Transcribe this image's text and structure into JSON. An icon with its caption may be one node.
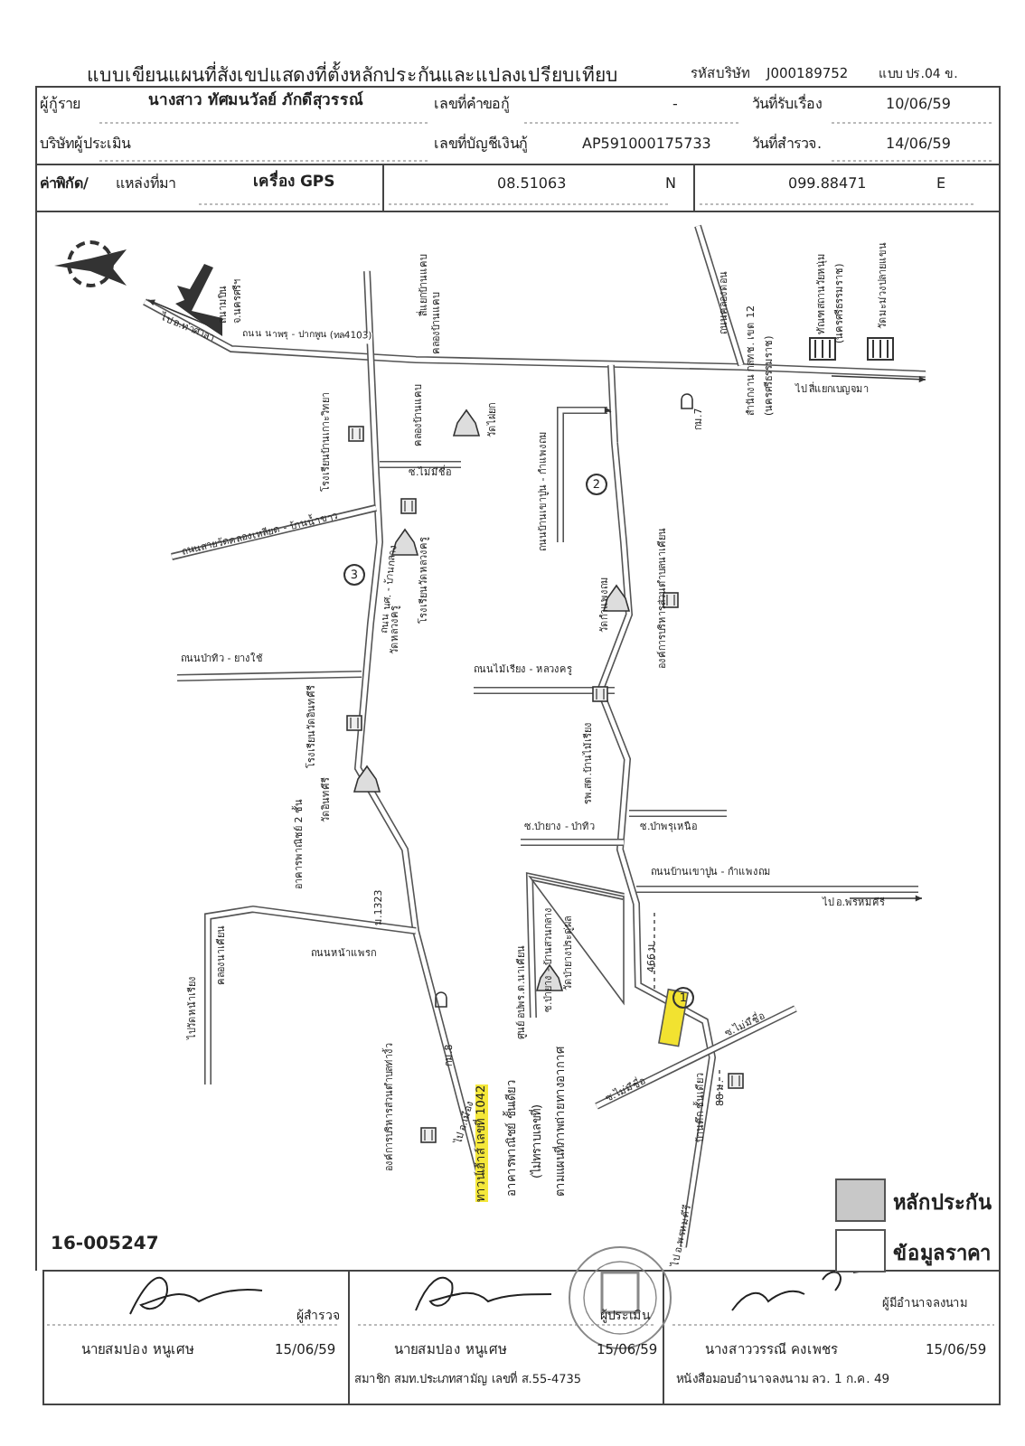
{
  "diagram": {
    "title": "แบบเขียนแผนที่สังเขปแสดงที่ตั้งหลักประกันและแปลงเปรียบเทียบ",
    "labels": [
      "รหัสบริษัท",
      "J000189752",
      "แบบ ปร.04 ข.",
      "ผู้กู้ราย",
      "นางสาว ทัศมนวัลย์ ภักดีสุวรรณ์",
      "เลขที่คำขอกู้",
      "-",
      "วันที่รับเรื่อง",
      "10/06/59",
      "บริษัทผู้ประเมิน",
      "เลขที่บัญชีเงินกู้",
      "AP591000175733",
      "วันที่สำรวจ.",
      "14/06/59",
      "ค่าพิกัด/",
      "แหล่งที่มา",
      "เครื่อง GPS",
      "08.51063",
      "N",
      "099.88471",
      "E",
      "สนามบิน",
      "จ.นครศรีฯ",
      "ไป อ.ท่าศาลา",
      "ถนน นาพรุ - ปากพูน (ทล4103)",
      "สี่แยกบ้านแคบ",
      "คลองบ้านแคบ",
      "คลองบ้านแคบ",
      "วัดไผ่ยก",
      "ถนนคลองดอน",
      "สำนักงาน กสทช. เขต 12",
      "(นครศรีธรรมราช)",
      "ทัณฑสถานวัยหนุ่ม",
      "(นครศรีธรรมราช)",
      "วัดมะม่วงปลายแขน",
      "ไป สี่แยกเบญจมา",
      "กม.7",
      "โรงเรียนบ้านเกาะวิทยา",
      "ซ.ไม่มีชื่อ",
      "ถนนสายวัดคลองเหลียด - บ้านน้ำขาว",
      "ถนนบ้านเขาปูน - กำแพงถม",
      "2",
      "วัดกำแพงถม",
      "องค์การบริหารส่วนตำบลนาเคียน",
      "3",
      "ถนน นศ. - บ้านกลาง",
      "วัดหลวงครู",
      "โรงเรียนวัดหลวงครู",
      "ถนนไม้เรียง - หลวงครู",
      "รพ.สต.บ้านไม้เรียง",
      "ถนนป่าทิว - ยางใช้",
      "โรงเรียนวัดอินทคีรี",
      "วัดอินทคีรี",
      "อาคารพาณิชย์ 2 ชั้น",
      "ซ.ป่ายาง - ป่าทิว",
      "ซ.ป่าพรุเหนือ",
      "ถนนบ้านเขาปูน - กำแพงถม",
      "ไป อ.พรหมคีรี",
      "ศูนย์ อปพร.ต.นาเคียน",
      "ซ.ป่ายาง - บ้านสวนกลาง",
      "วัดป่ายางประดู่ผล",
      "ม.1323",
      "ถนนหน้าแพรก",
      "ไปวัดหน้าเรียง",
      "คลองนาเคียน",
      "องค์การบริหารส่วนตำบลท่างิ้ว",
      "กม.8",
      "ไป อ.เมือง",
      "ทาวน์เฮ้าส์ เลขที่ 1042",
      "อาคารพาณิชย์ ชั้นเดียว",
      "(ไม่ทราบเลขที่)",
      "ตามแผนที่ภาพถ่ายทางอากาศ",
      "ซ.ไม่มีชื่อ",
      "ซ.ไม่มีชื่อ",
      "1",
      "466 ม.",
      "88 ม.",
      "บ้านตึก ชั้นเดียว",
      "ไป อ.พรหมคีรี",
      "16-005247",
      "ผู้สำรวจ",
      "นายสมปอง หนูเศษ",
      "15/06/59",
      "ผู้ประเมิน",
      "นายสมปอง หนูเศษ",
      "15/06/59",
      "สมาชิก สมท.ประเภทสามัญ เลขที่ ส.55-4735",
      "ผู้มีอำนาจลงนาม",
      "นางสาววรรณี คงเพชร",
      "15/06/59",
      "หนังสือมอบอำนาจลงนาม ลว. 1 ก.ค. 49"
    ],
    "legend": [
      {
        "text": "หลักประกัน",
        "color": "#c8c8c8"
      },
      {
        "text": "ข้อมูลราคา",
        "color": "#ffffff"
      }
    ]
  }
}
